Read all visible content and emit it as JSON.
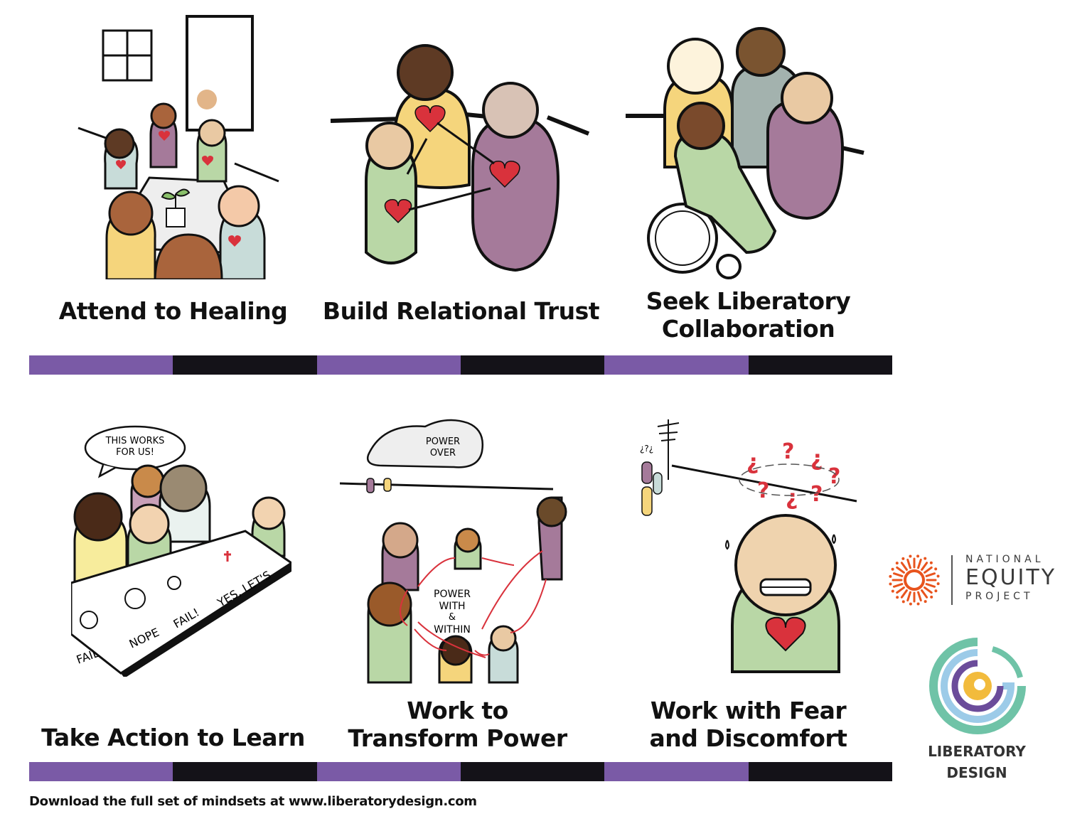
{
  "colors": {
    "purple": "#7a5aa6",
    "black": "#141218",
    "skin_dark": "#5e3a24",
    "skin_brown": "#a9643c",
    "skin_tan": "#e9c9a3",
    "body_yellow": "#f5d57c",
    "body_purple": "#a57a9a",
    "body_green": "#b9d7a6",
    "body_blue": "#c8dcd9",
    "heart_red": "#d9323c",
    "nep_orange": "#e8541e",
    "ld_teal": "#6fc3a7",
    "ld_blue": "#9ccbe8",
    "ld_purple": "#6b4c9a",
    "ld_yellow": "#f2bb3c"
  },
  "mindsets": [
    {
      "title": "Attend to Healing",
      "icon": "healing-circle-illustration"
    },
    {
      "title": "Build Relational Trust",
      "icon": "connected-hearts-illustration"
    },
    {
      "title": "Seek Liberatory Collaboration",
      "icon": "group-with-wheelchair-illustration"
    },
    {
      "title": "Take Action to Learn",
      "icon": "prototype-table-illustration"
    },
    {
      "title": "Work to Transform Power",
      "icon": "power-arrows-illustration"
    },
    {
      "title": "Work with Fear and Discomfort",
      "icon": "anxious-person-illustration"
    }
  ],
  "titles": {
    "m1": "Attend to Healing",
    "m2": "Build Relational Trust",
    "m3_l1": "Seek Liberatory",
    "m3_l2": "Collaboration",
    "m4": "Take Action to Learn",
    "m5_l1": "Work to",
    "m5_l2": "Transform Power",
    "m6_l1": "Work with Fear",
    "m6_l2": "and Discomfort"
  },
  "art_text": {
    "speech_l1": "THIS WORKS",
    "speech_l2": "FOR US!",
    "fail": "FAIL",
    "nope": "NOPE",
    "fail2": "FAIL!",
    "yes_lets": "YES, LET'S",
    "power_over_l1": "POWER",
    "power_over_l2": "OVER",
    "power_with_l1": "POWER",
    "power_with_l2": "WITH",
    "power_with_l3": "&",
    "power_with_l4": "WITHIN",
    "confused": "¿?¿"
  },
  "logos": {
    "nep_line1": "NATIONAL",
    "nep_line2": "EQUITY",
    "nep_line3": "PROJECT",
    "ld_line1": "LIBERATORY",
    "ld_line2": "DESIGN"
  },
  "footer": "Download the full set of mindsets at www.liberatorydesign.com"
}
